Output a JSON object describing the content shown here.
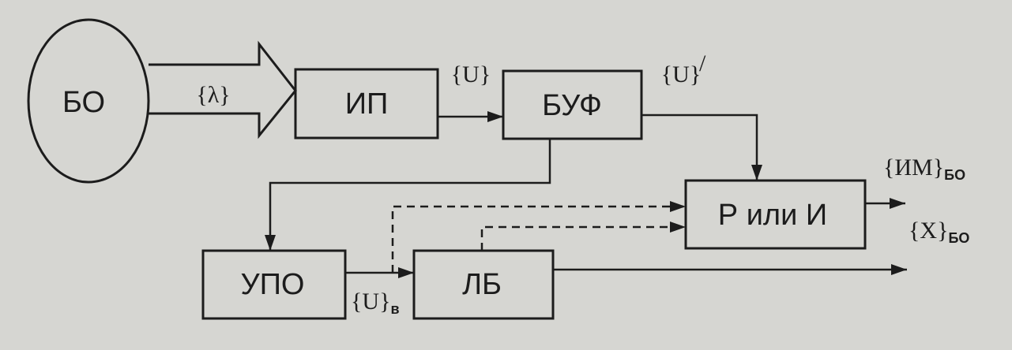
{
  "blocks": {
    "bo": "БО",
    "ip": "ИП",
    "buf": "БУФ",
    "ri": "Р или И",
    "upo": "УПО",
    "lb": "ЛБ"
  },
  "signals": {
    "lambda": "{λ}",
    "u": "{U}",
    "u_prime": "{U}",
    "u_prime_mark": "/",
    "u_b_main": "{U}",
    "u_b_sub": "в",
    "im_main": "{ИМ}",
    "im_sub": "БО",
    "x_main": "{X}",
    "x_sub": "БО"
  }
}
